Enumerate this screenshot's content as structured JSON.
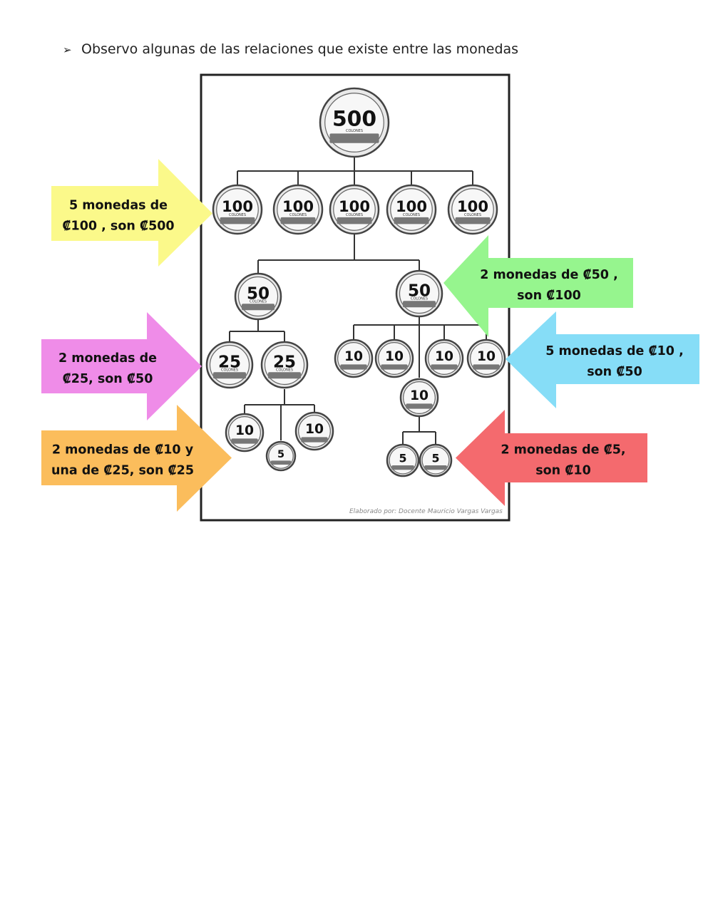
{
  "instruction": {
    "bullet": "➢",
    "text": "Observo algunas de las relaciones que existe entre las monedas"
  },
  "coin_caption": "COLONES",
  "credit": "Elaborado por: Docente Mauricio Vargas Vargas",
  "coins": [
    {
      "value": "500"
    },
    {
      "value": "100"
    },
    {
      "value": "100"
    },
    {
      "value": "100"
    },
    {
      "value": "100"
    },
    {
      "value": "100"
    },
    {
      "value": "50"
    },
    {
      "value": "50"
    },
    {
      "value": "25"
    },
    {
      "value": "25"
    },
    {
      "value": "10"
    },
    {
      "value": "10"
    },
    {
      "value": "10"
    },
    {
      "value": "10"
    },
    {
      "value": "10"
    },
    {
      "value": "10"
    },
    {
      "value": "5"
    },
    {
      "value": "10"
    },
    {
      "value": "5"
    },
    {
      "value": "5"
    }
  ],
  "callouts": [
    {
      "line1": "5 monedas de",
      "line2": "₡100 , son  ₡500",
      "color": "#fbf98a",
      "direction": "right"
    },
    {
      "line1": "2 monedas de ₡50 ,",
      "line2": "son  ₡100",
      "color": "#96f58e",
      "direction": "left"
    },
    {
      "line1": "2 monedas de",
      "line2": "₡25, son  ₡50",
      "color": "#ef8ce8",
      "direction": "right"
    },
    {
      "line1": "5 monedas de ₡10 ,",
      "line2": "son  ₡50",
      "color": "#86ddf7",
      "direction": "left"
    },
    {
      "line1": "2 monedas de ₡10  y",
      "line2": "una de ₡25, son  ₡25",
      "color": "#fbbd5c",
      "direction": "right"
    },
    {
      "line1": "2 monedas de ₡5,",
      "line2": "son ₡10",
      "color": "#f46a6e",
      "direction": "left"
    }
  ]
}
